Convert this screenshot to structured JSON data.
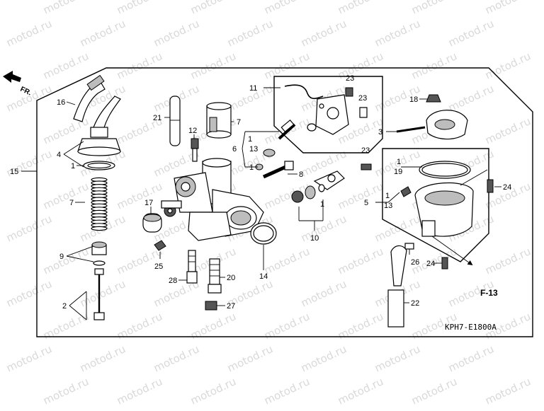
{
  "watermark": "motod.ru",
  "front_indicator": "FR.",
  "figure_ref": "F-13",
  "diagram_code": "KPH7-E1800A",
  "labels": {
    "n1": "1",
    "n2": "2",
    "n3": "3",
    "n4": "4",
    "n5": "5",
    "n6": "6",
    "n7": "7",
    "n8": "8",
    "n9": "9",
    "n10": "10",
    "n11": "11",
    "n12": "12",
    "n13": "13",
    "n14": "14",
    "n15": "15",
    "n16": "16",
    "n17": "17",
    "n18": "18",
    "n19": "19",
    "n20": "20",
    "n21": "21",
    "n22": "22",
    "n23": "23",
    "n24": "24",
    "n25": "25",
    "n26": "26",
    "n27": "27",
    "n28": "28"
  }
}
